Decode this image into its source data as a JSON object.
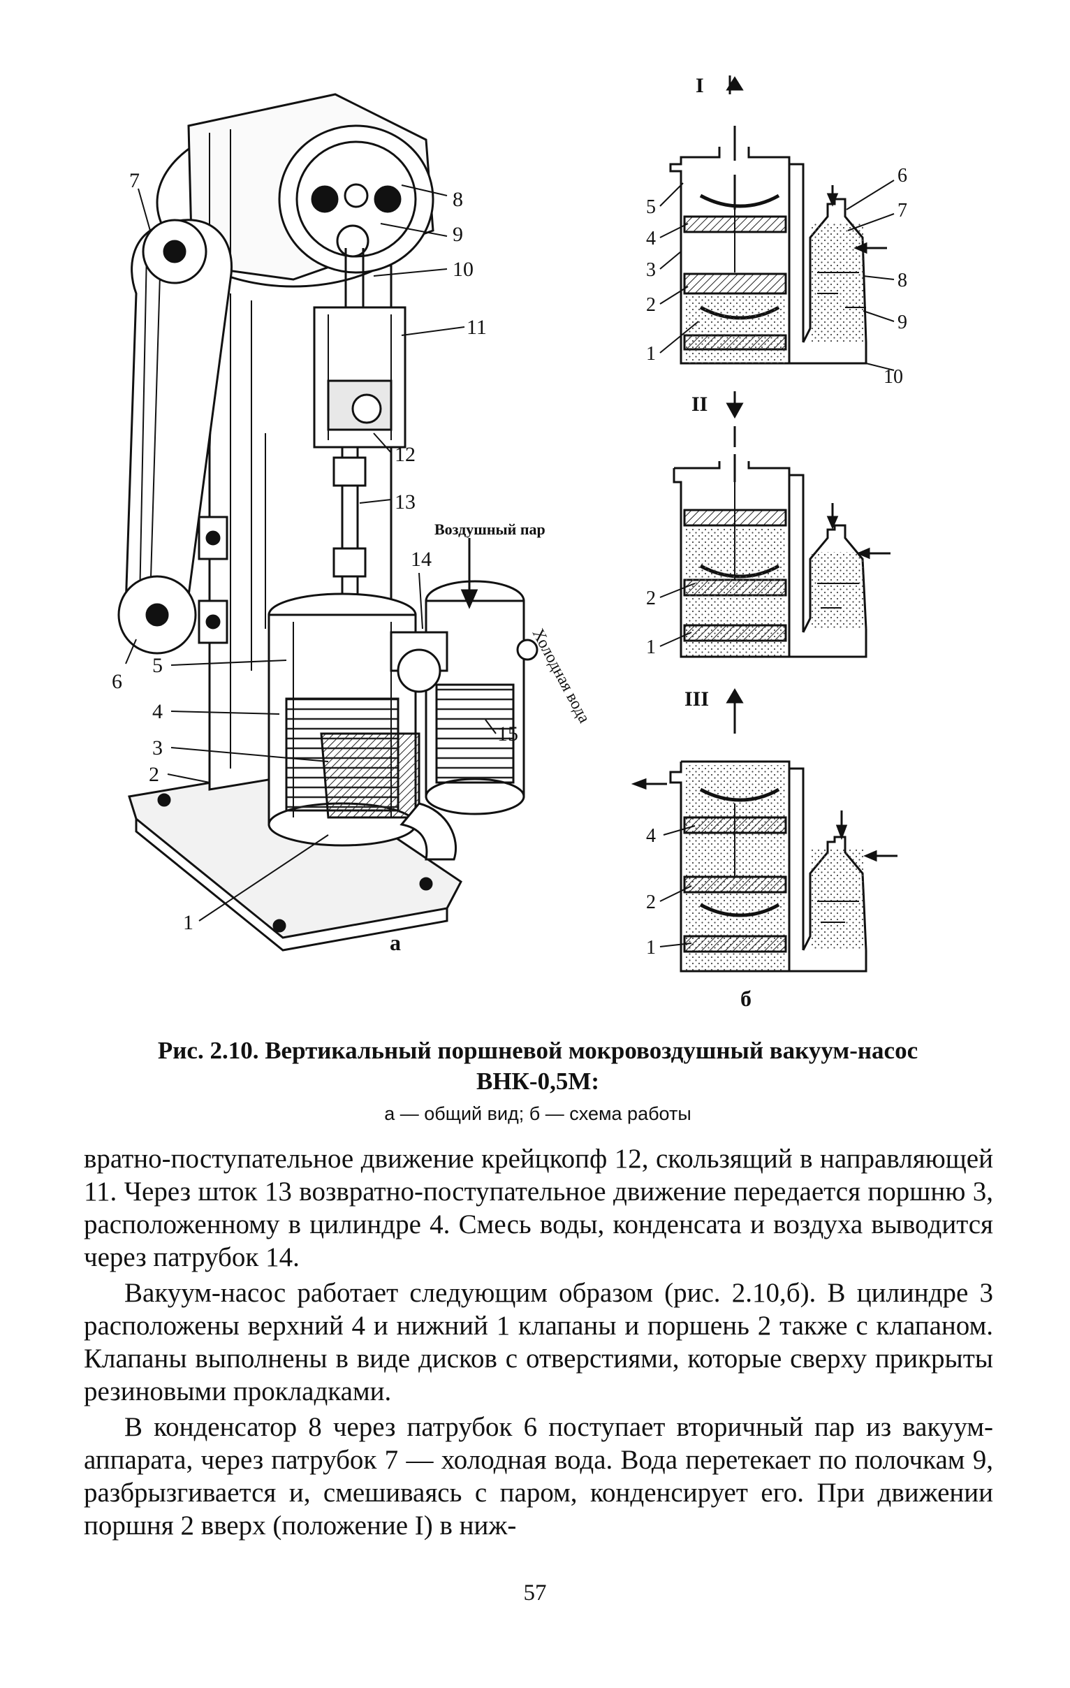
{
  "figure": {
    "panel_a": {
      "letter": "а",
      "labels": [
        "1",
        "2",
        "3",
        "4",
        "5",
        "6",
        "7",
        "8",
        "9",
        "10",
        "11",
        "12",
        "13",
        "14",
        "15"
      ],
      "air_steam_label": "Воздушный пар",
      "cold_water_label": "Холодная вода"
    },
    "panel_b": {
      "letter": "б",
      "positions": [
        "I",
        "II",
        "III"
      ],
      "labels_I": [
        "1",
        "2",
        "3",
        "4",
        "5",
        "6",
        "7",
        "8",
        "9",
        "10"
      ],
      "labels_II": [
        "2",
        "1"
      ],
      "labels_III": [
        "4",
        "2",
        "1"
      ]
    }
  },
  "caption": {
    "title_line1": "Рис. 2.10. Вертикальный поршневой мокровоздушный вакуум-насос",
    "title_line2": "ВНК-0,5М:",
    "subtitle": "а — общий вид; б — схема работы"
  },
  "body": {
    "paragraphs": [
      "вратно-поступательное движение крейцкопф 12, скользящий в направляющей 11. Через шток 13 возвратно-поступательное движение передается поршню 3, расположенному в цилиндре 4. Смесь воды, конденсата и воздуха выводится через патрубок 14.",
      "Вакуум-насос работает следующим образом (рис. 2.10,б). В цилиндре 3 расположены верхний 4 и нижний 1 клапаны и поршень 2 также с клапаном. Клапаны выполнены в виде дисков с отверстиями, которые сверху прикрыты резиновыми прокладками.",
      "В конденсатор 8 через патрубок 6 поступает вторичный пар из вакуум-аппарата, через патрубок 7 — холодная вода. Вода перетекает по полочкам 9, разбрызгивается и, смешиваясь с паром, конденсирует его. При движении поршня 2 вверх (положение I) в ниж-"
    ]
  },
  "page_number": "57"
}
